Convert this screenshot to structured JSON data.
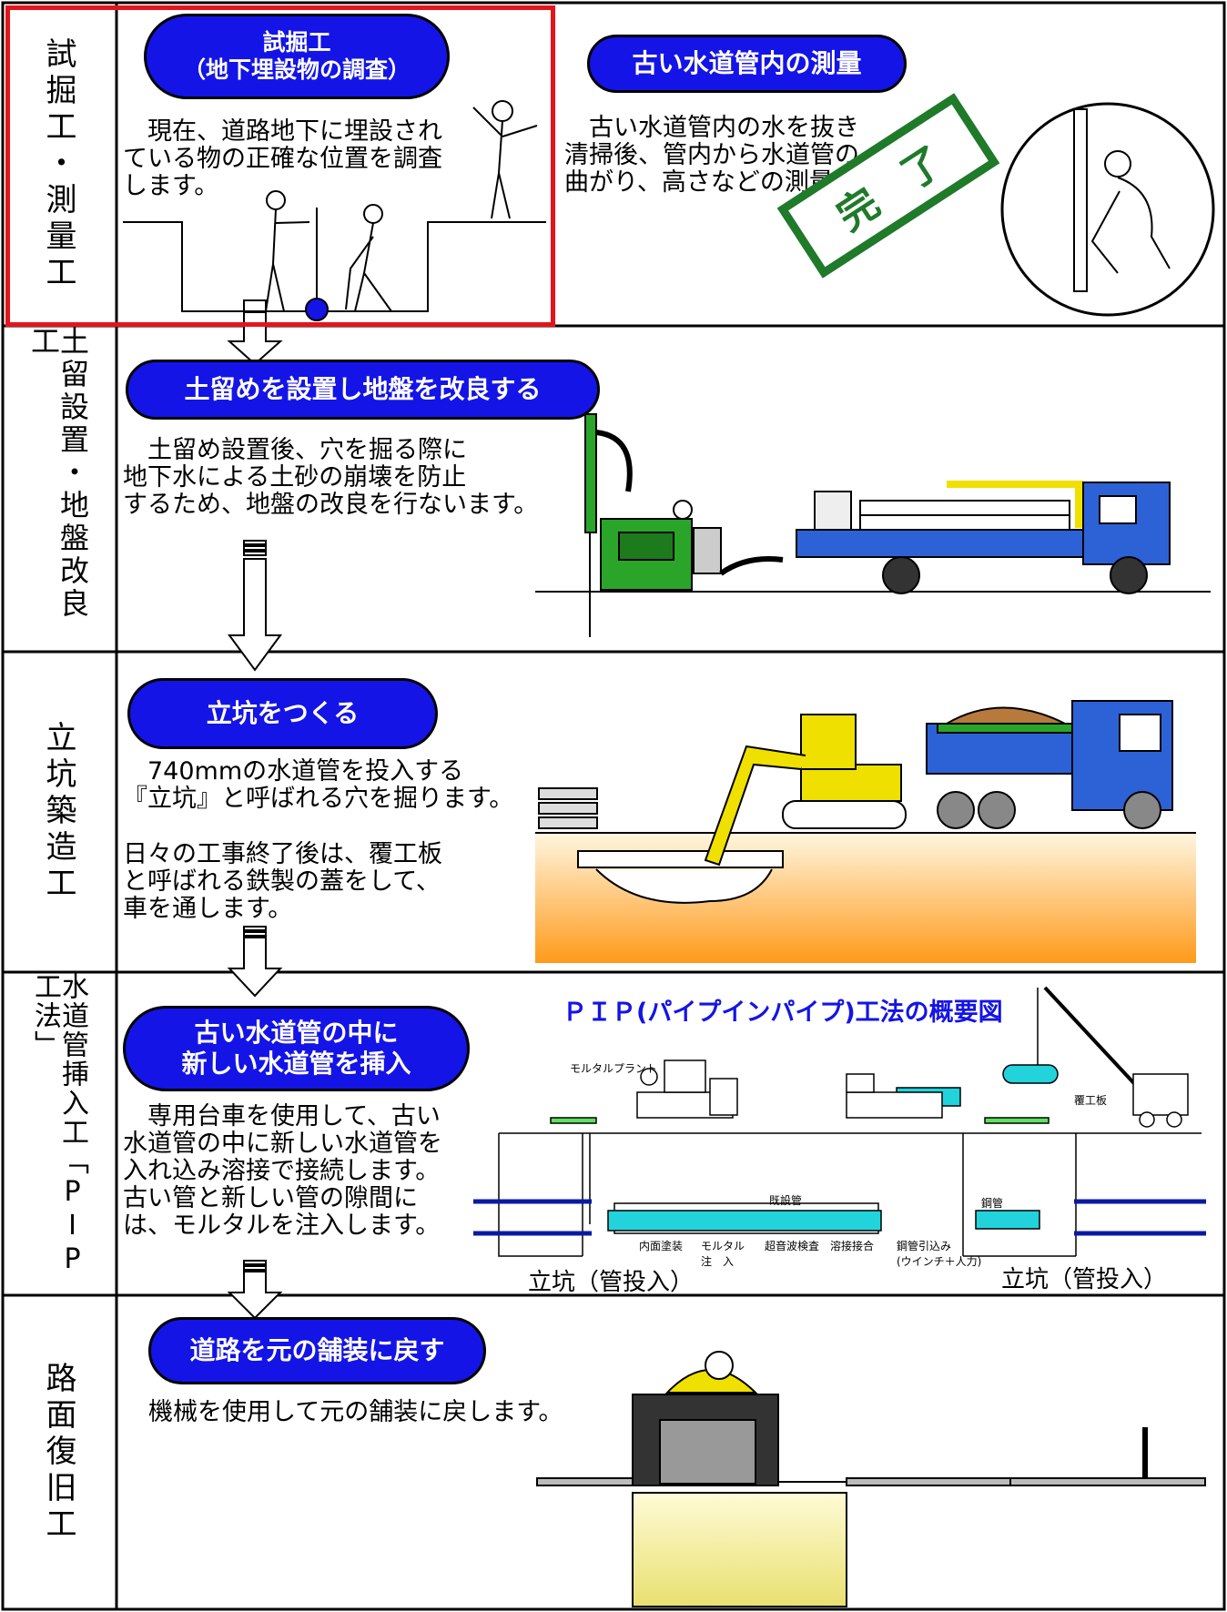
{
  "rows": [
    {
      "label": "試掘工・測量工"
    },
    {
      "label": "土留設置・地盤改良工"
    },
    {
      "label": "立坑築造工"
    },
    {
      "label": "水道管挿入工「PIP工法」"
    },
    {
      "label": "路面復旧工"
    }
  ],
  "step1": {
    "title_line1": "試掘工",
    "title_line2": "（地下埋設物の調査）",
    "desc": "　現在、道路地下に埋設され\nている物の正確な位置を調査\nします。"
  },
  "step1b": {
    "title": "古い水道管内の測量",
    "desc": "　古い水道管内の水を抜き\n清掃後、管内から水道管の\n曲がり、高さなどの測量をします。",
    "stamp": "完了"
  },
  "step2": {
    "title": "土留めを設置し地盤を改良する",
    "desc": "　土留め設置後、穴を掘る際に\n地下水による土砂の崩壊を防止\nするため、地盤の改良を行ないます。"
  },
  "step3": {
    "title": "立坑をつくる",
    "desc1": "　740mmの水道管を投入する\n『立坑』と呼ばれる穴を掘ります。",
    "desc2": "日々の工事終了後は、覆工板\nと呼ばれる鉄製の蓋をして、\n車を通します。"
  },
  "step4": {
    "title_line1": "古い水道管の中に",
    "title_line2": "新しい水道管を挿入",
    "desc": "　専用台車を使用して、古い\n水道管の中に新しい水道管を\n入れ込み溶接で接続します。\n古い管と新しい管の隙間に\nは、モルタルを注入します。",
    "diagram_title": "ＰＩＰ(パイプインパイプ)工法の概要図",
    "labels": {
      "mortar_plant": "モルタルプラント",
      "existing_pipe": "既設管",
      "steel_pipe": "鋼管",
      "covering_plate": "覆工板",
      "inner_paint": "内面塗装",
      "mortar_injection": "モルタル\n注　入",
      "ultrasonic": "超音波検査",
      "welding": "溶接接合",
      "pulling": "鋼管引込み\n(ウインチ＋人力)"
    },
    "shaft_left": "立坑（管投入）",
    "shaft_right": "立坑（管投入）"
  },
  "step5": {
    "title": "道路を元の舗装に戻す",
    "desc": "機械を使用して元の舗装に戻します。"
  },
  "colors": {
    "pill_blue": "#1414e6",
    "stamp_green": "#1f7a2a",
    "highlight_red": "#e5141c"
  }
}
